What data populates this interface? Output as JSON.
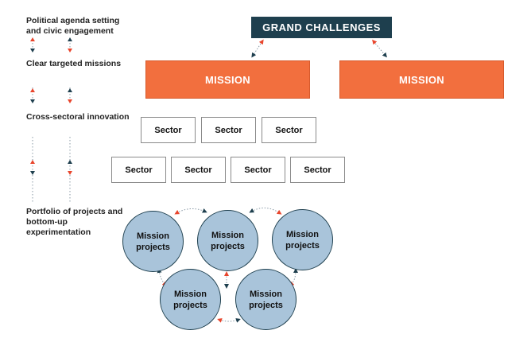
{
  "left_labels": [
    "Political agenda setting and civic engagement",
    "Clear targeted missions",
    "Cross-sectoral innovation",
    "Portfolio of projects and bottom-up experimentation"
  ],
  "grand_challenges": "GRAND CHALLENGES",
  "missions": [
    "MISSION",
    "MISSION"
  ],
  "sectors_row1": [
    "Sector",
    "Sector",
    "Sector"
  ],
  "sectors_row2": [
    "Sector",
    "Sector",
    "Sector",
    "Sector"
  ],
  "mission_projects": [
    {
      "line1": "Mission",
      "line2": "projects"
    },
    {
      "line1": "Mission",
      "line2": "projects"
    },
    {
      "line1": "Mission",
      "line2": "projects"
    },
    {
      "line1": "Mission",
      "line2": "projects"
    },
    {
      "line1": "Mission",
      "line2": "projects"
    }
  ],
  "colors": {
    "navy": "#1e3f4e",
    "orange": "#f26f3e",
    "red_arrow": "#e8452c",
    "circle_fill": "#a9c4da",
    "dotted_line": "#8a9aa6"
  }
}
